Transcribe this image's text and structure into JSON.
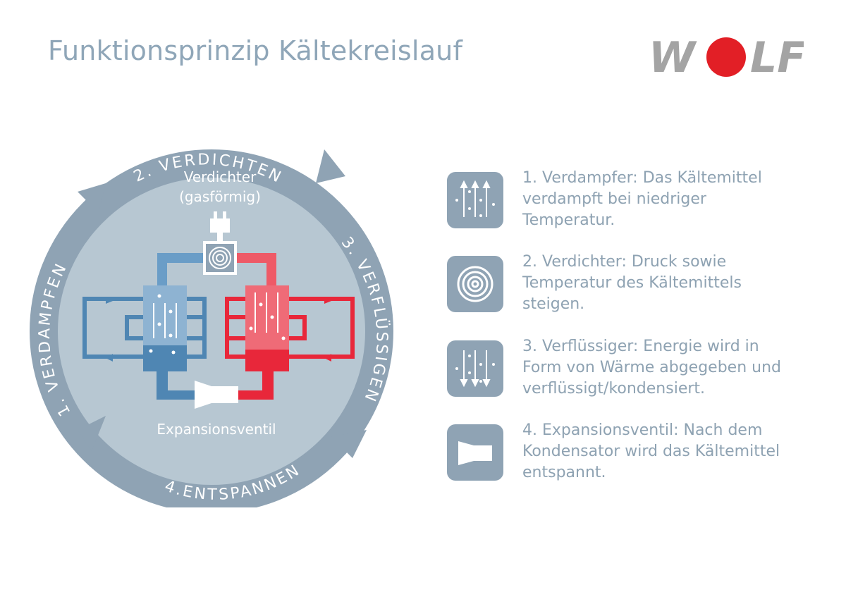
{
  "header": {
    "title": "Funktionsprinzip Kältekreislauf",
    "logo_text": "WOLF"
  },
  "cycle": {
    "stage_1": "1. VERDAMPFEN",
    "stage_2": "2. VERDICHTEN",
    "stage_3": "3. VERFLÜSSIGEN",
    "stage_4": "4.ENTSPANNEN",
    "compressor_label_line1": "Verdichter",
    "compressor_label_line2": "(gasförmig)",
    "valve_label": "Expansionsventil"
  },
  "legend": [
    {
      "icon": "evaporator-icon",
      "line1": "1. Verdampfer: Das Kältemittel",
      "line2": "verdampft bei niedriger",
      "line3": "Temperatur."
    },
    {
      "icon": "compressor-spiral-icon",
      "line1": "2. Verdichter: Druck sowie",
      "line2": "Temperatur des Kältemittels",
      "line3": "steigen."
    },
    {
      "icon": "condenser-icon",
      "line1": "3. Verflüssiger: Energie wird in",
      "line2": "Form von Wärme abgegeben und",
      "line3": "verflüssigt/kondensiert."
    },
    {
      "icon": "expansion-valve-icon",
      "line1": "4. Expansionsventil: Nach dem",
      "line2": "Kondensator wird das Kältemittel",
      "line3": "entspannt."
    }
  ],
  "colors": {
    "ring": "#8fa3b4",
    "inner_disc": "#b7c7d2",
    "cold": "#4f86b3",
    "hot": "#e8273a",
    "logo_red": "#e21f26",
    "logo_grey": "#a4a4a4"
  }
}
